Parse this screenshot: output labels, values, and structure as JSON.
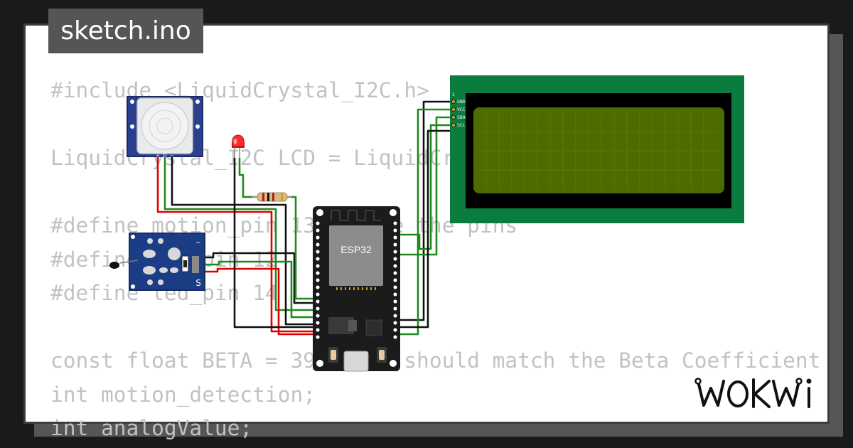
{
  "tab": {
    "filename": "sketch.ino"
  },
  "code_lines": [
    "#include <LiquidCrystal_I2C.h>",
    "",
    "LiquidCrystal_I2C LCD = LiquidCrystal_I2C(0x27, 20, 4);",
    "",
    "#define motion_pin 13 //name the pins",
    "#define ntc_pin 12",
    "#define led_pin 14",
    "",
    "const float BETA = 3950; // should match the Beta Coefficient",
    "int motion_detection;",
    "int analogValue;"
  ],
  "circuit": {
    "pir_pin_labels": [
      "+",
      "D",
      "−"
    ],
    "ntc_pin_label": "S",
    "ntc_minus_label": "−",
    "esp32_label": "ESP32",
    "lcd_pin1_label": "1",
    "lcd_pins": [
      "GND",
      "VCC",
      "SDA",
      "SCL"
    ]
  },
  "logo": {
    "text": "WOKWi"
  },
  "colors": {
    "wire_red": "#e00000",
    "wire_black": "#111111",
    "wire_green": "#1e8a1e",
    "lcd_board": "#0a7c40",
    "lcd_screen": "#4c6b00",
    "pir_board": "#2b3f8f",
    "ntc_board": "#1b3d86",
    "led_red": "#ff2a2a"
  }
}
